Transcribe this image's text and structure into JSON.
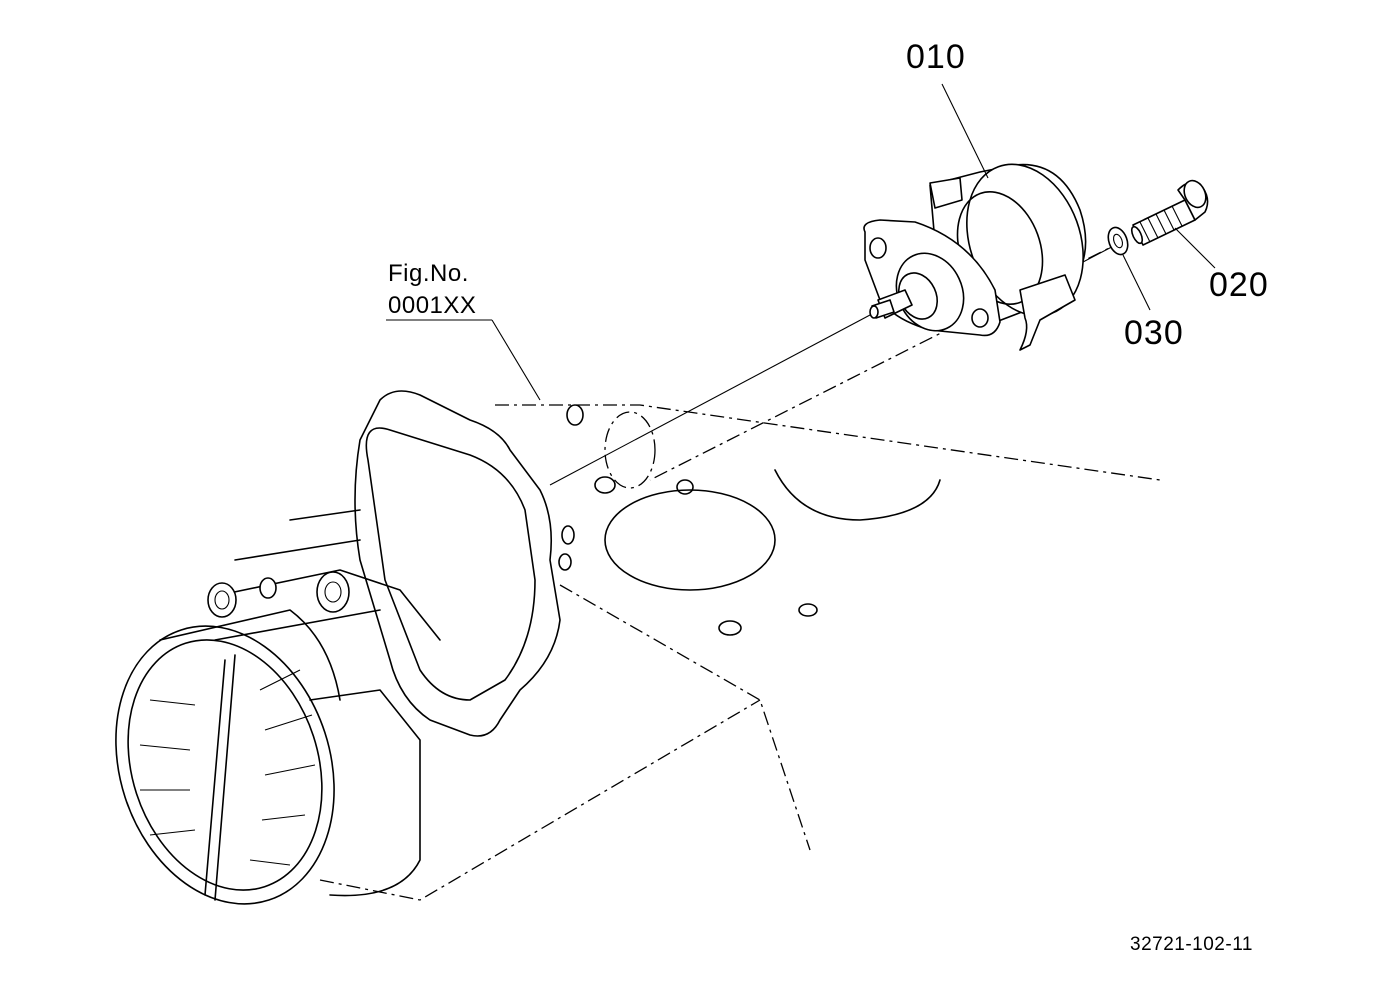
{
  "diagram": {
    "parts": [
      {
        "id": "010",
        "label": "010"
      },
      {
        "id": "020",
        "label": "020"
      },
      {
        "id": "030",
        "label": "030"
      }
    ],
    "figure_reference": {
      "line1": "Fig.No.",
      "line2": "0001XX"
    },
    "drawing_code": "32721-102-11"
  }
}
